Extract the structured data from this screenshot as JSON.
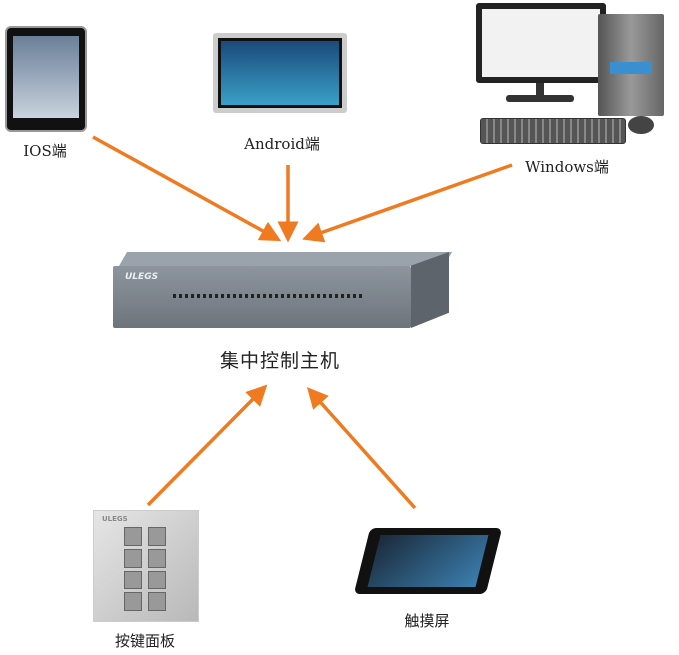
{
  "colors": {
    "arrow": "#f07a20"
  },
  "nodes": {
    "ios": {
      "label": "IOS端",
      "icon": "ipad-icon"
    },
    "android": {
      "label": "Android端",
      "icon": "android-tablet-icon"
    },
    "windows": {
      "label": "Windows端",
      "icon": "desktop-pc-icon"
    },
    "host": {
      "label": "集中控制主机",
      "brand": "ULEGS",
      "icon": "rack-controller-icon"
    },
    "keypad": {
      "label": "按键面板",
      "brand": "ULEGS",
      "icon": "keypad-panel-icon"
    },
    "touch": {
      "label": "触摸屏",
      "icon": "touch-screen-icon"
    }
  }
}
